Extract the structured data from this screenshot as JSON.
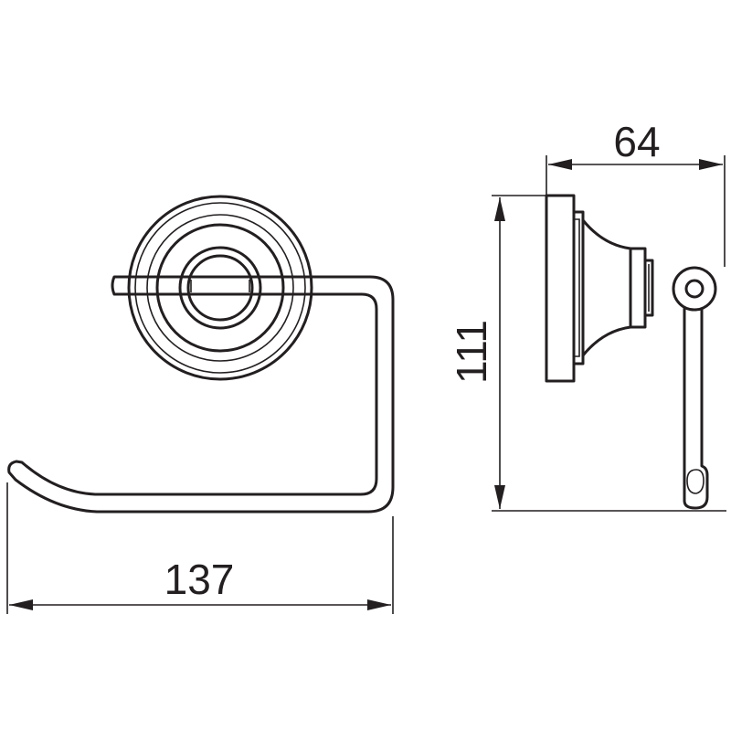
{
  "dimensions": {
    "width_front": "137",
    "height_side": "111",
    "depth_side": "64"
  }
}
